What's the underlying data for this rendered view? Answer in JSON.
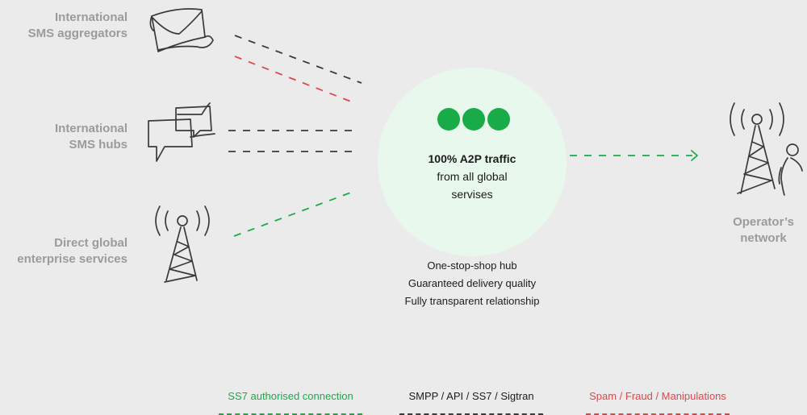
{
  "sources": [
    {
      "line1": "International",
      "line2": "SMS aggregators",
      "icon": "envelope-icon"
    },
    {
      "line1": "International",
      "line2": "SMS hubs",
      "icon": "chat-bubbles-icon"
    },
    {
      "line1": "Direct global",
      "line2": "enterprise services",
      "icon": "antenna-tower-icon"
    }
  ],
  "hub": {
    "title": "100% A2P traffic",
    "subtitle_line1": "from all global",
    "subtitle_line2": "servises",
    "dots_color": "#1aab49",
    "circle_color": "#e9f8ec"
  },
  "features": [
    "One-stop-shop hub",
    "Guaranteed delivery quality",
    "Fully transparent relationship"
  ],
  "operator": {
    "line1": "Operator’s",
    "line2": "network",
    "icon": "tower-with-person-icon"
  },
  "legend": [
    {
      "label": "SS7 authorised connection",
      "color": "#1aab49"
    },
    {
      "label": "SMPP / API / SS7 / Sigtran",
      "color": "#3a3a3a"
    },
    {
      "label": "Spam / Fraud / Manipulations",
      "color": "#e0474c"
    }
  ]
}
